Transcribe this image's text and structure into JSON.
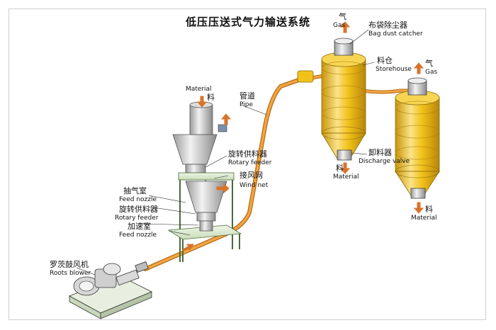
{
  "title": "低压压送式气力输送系统",
  "colors": {
    "gold": "#f2c21a",
    "gold_light": "#fbe38a",
    "gold_dark": "#c8960a",
    "pipe": "#e8911e",
    "frame": "#3a3a3a",
    "arrow": "#d8742a"
  },
  "labels": {
    "material_top_en": "Material",
    "material_top_cn": "料",
    "pipe_cn": "管道",
    "pipe_en": "Pipe",
    "rotary_feeder_upper_cn": "旋转供料器",
    "rotary_feeder_upper_en": "Rotary feeder",
    "wind_net_cn": "接风网",
    "wind_net_en": "Wind net",
    "exhaust_chamber_cn": "抽气室",
    "feed_nozzle_1_en": "Feed nozzle",
    "rotary_feeder_lower_cn": "旋转供料器",
    "rotary_feeder_lower_en": "Rotary feeder",
    "accel_chamber_cn": "加速室",
    "feed_nozzle_2_en": "Feed nozzle",
    "roots_blower_cn": "罗茨鼓风机",
    "roots_blower_en": "Roots blower",
    "gas_1_cn": "气",
    "gas_1_en": "Gas",
    "bag_dust_catcher_cn": "布袋除尘器",
    "bag_dust_catcher_en": "Bag dust catcher",
    "storehouse_cn": "料仓",
    "storehouse_en": "Storehouse",
    "gas_2_cn": "气",
    "gas_2_en": "Gas",
    "discharge_valve_cn": "卸料器",
    "discharge_valve_en": "Discharge valve",
    "material_mid_cn": "料",
    "material_mid_en": "Material",
    "material_right_cn": "料",
    "material_right_en": "Material"
  }
}
